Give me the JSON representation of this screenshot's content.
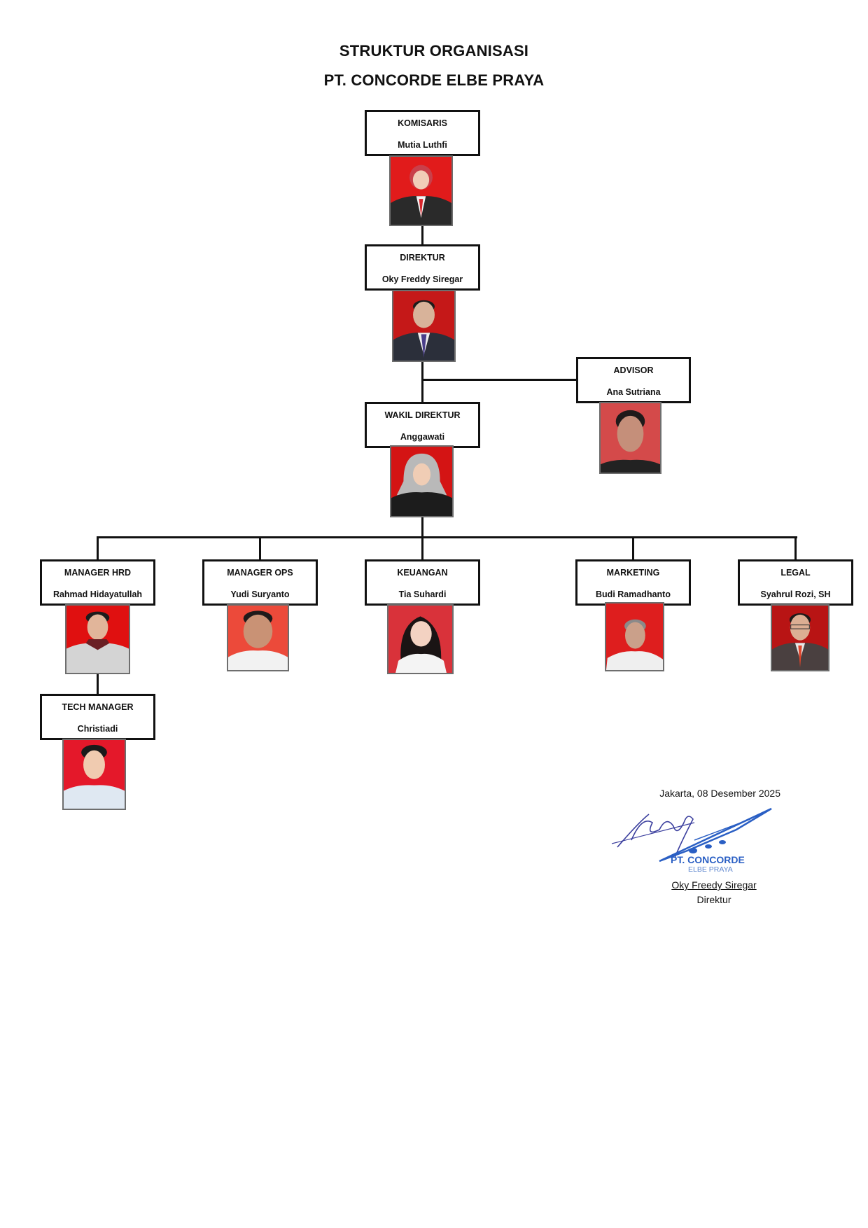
{
  "header": {
    "title": "STRUKTUR ORGANISASI",
    "company": "PT. CONCORDE ELBE PRAYA"
  },
  "org": {
    "komisaris": {
      "role": "KOMISARIS",
      "name": "Mutia Luthfi",
      "photo_bg": "#e11b1b",
      "clothing": "#2a2a2a",
      "accent": "#d8262c",
      "headwear": "#c9404a"
    },
    "direktur": {
      "role": "DIREKTUR",
      "name": "Oky Freddy Siregar",
      "photo_bg": "#c51818",
      "clothing": "#2b2f3a",
      "accent": "#4a3f8a"
    },
    "advisor": {
      "role": "ADVISOR",
      "name": "Ana Sutriana",
      "photo_bg": "#d44a4a",
      "clothing": "#222222"
    },
    "wakil_direktur": {
      "role": "WAKIL DIREKTUR",
      "name": "Anggawati",
      "photo_bg": "#d41414",
      "clothing": "#1c1c1c",
      "headwear": "#b9b9b9"
    },
    "manager_hrd": {
      "role": "MANAGER HRD",
      "name": "Rahmad Hidayatullah",
      "photo_bg": "#e01010",
      "clothing": "#d4d4d4",
      "accent": "#6a1f24"
    },
    "manager_ops": {
      "role": "MANAGER OPS",
      "name": "Yudi Suryanto",
      "photo_bg": "#ec4a3a",
      "clothing": "#f2f2f2"
    },
    "keuangan": {
      "role": "KEUANGAN",
      "name": "Tia Suhardi",
      "photo_bg": "#d9323a",
      "clothing": "#f4f4f4",
      "hair": "#1a1414"
    },
    "marketing": {
      "role": "MARKETING",
      "name": "Budi Ramadhanto",
      "photo_bg": "#de1e1e",
      "clothing": "#efefef"
    },
    "legal": {
      "role": "LEGAL",
      "name": "Syahrul Rozi, SH",
      "photo_bg": "#b81414",
      "clothing": "#4a4040",
      "accent": "#e0442a"
    },
    "tech_manager": {
      "role": "TECH MANAGER",
      "name": "Christiadi",
      "photo_bg": "#e4182a",
      "clothing": "#dfe8f2"
    }
  },
  "signature": {
    "place_date": "Jakarta, 08 Desember 2025",
    "logo_line1": "PT. CONCORDE",
    "logo_line2": "ELBE PRAYA",
    "signer_name": "Oky Freedy Siregar",
    "signer_title": "Direktur",
    "logo_color": "#2a5fc4",
    "ink_color": "#3b3f9e"
  }
}
